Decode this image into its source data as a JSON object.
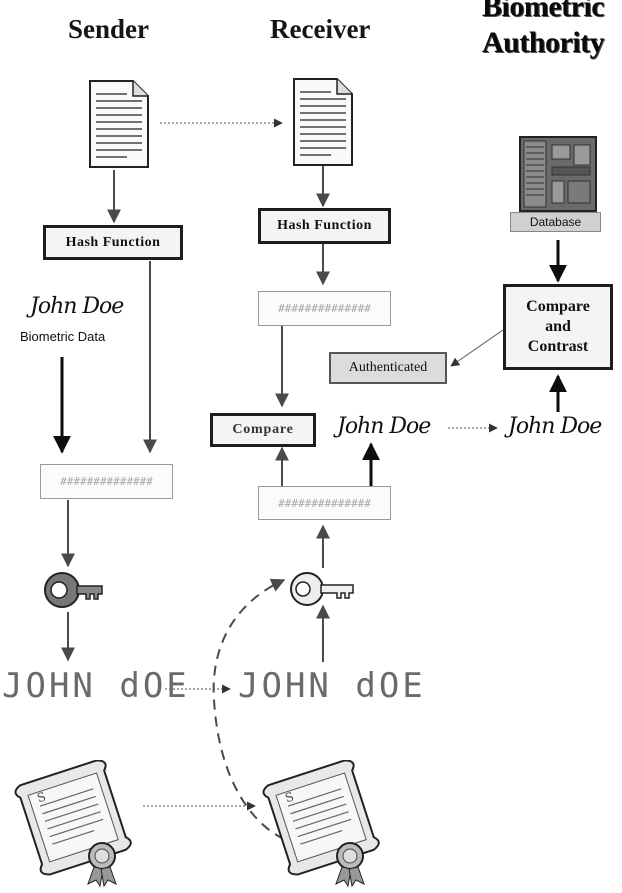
{
  "headers": {
    "sender": "Sender",
    "receiver": "Receiver",
    "authority_line1": "Biometric",
    "authority_line2": "Authority"
  },
  "sender": {
    "hash_function": "Hash Function",
    "signature": "John Doe",
    "biometric_label": "Biometric Data",
    "hash_value": "##############",
    "encrypted_text": "JOHN dOE"
  },
  "receiver": {
    "hash_function": "Hash Function",
    "hash_value_top": "##############",
    "compare": "Compare",
    "hash_value_bottom": "##############",
    "signature": "John Doe",
    "encrypted_text": "JOHN dOE"
  },
  "authority": {
    "database": "Database",
    "compare_contrast_line1": "Compare",
    "compare_contrast_line2": "and",
    "compare_contrast_line3": "Contrast",
    "authenticated": "Authenticated",
    "signature": "John Doe"
  },
  "icons": [
    "document-icon",
    "database-icon",
    "key-icon",
    "certificate-icon"
  ]
}
